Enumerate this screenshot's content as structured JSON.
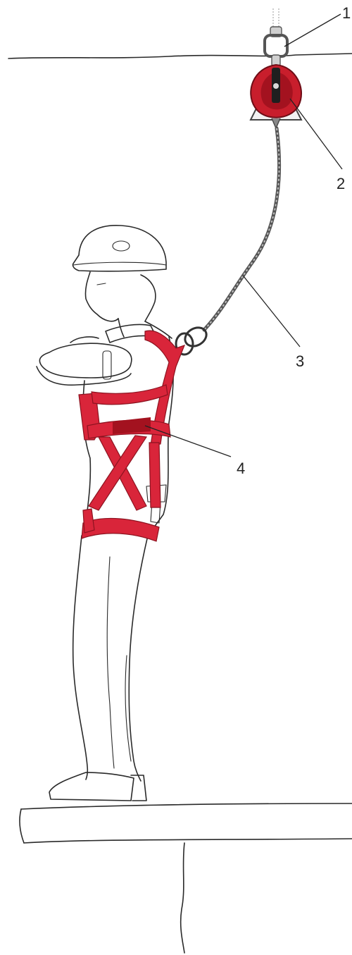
{
  "callouts": [
    {
      "id": "1",
      "label": "1"
    },
    {
      "id": "2",
      "label": "2"
    },
    {
      "id": "3",
      "label": "3"
    },
    {
      "id": "4",
      "label": "4"
    }
  ],
  "colors": {
    "harness": "#d9253a",
    "harness_dark": "#a3121f",
    "device": "#c81e2c",
    "metal": "#8a8a8a",
    "ink": "#2a2a2a"
  },
  "icons": {
    "anchor": "anchor-connector-icon",
    "device": "self-retracting-lifeline-icon",
    "lifeline": "lifeline-icon",
    "harness": "full-body-harness-icon"
  }
}
